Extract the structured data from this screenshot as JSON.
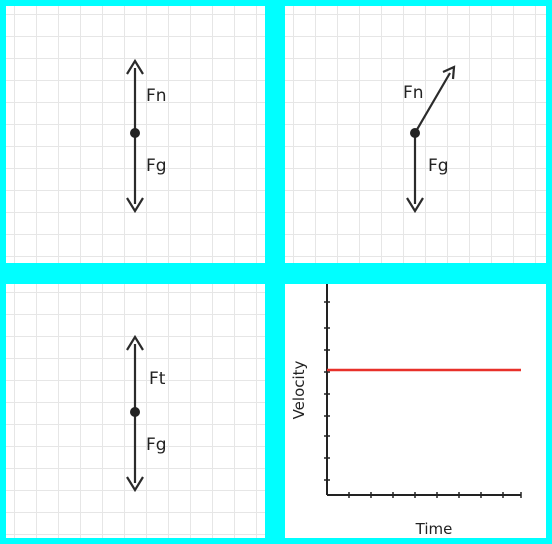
{
  "panels": [
    {
      "labels": {
        "upper": "Fn",
        "lower": "Fg"
      }
    },
    {
      "labels": {
        "upper": "Fn",
        "lower": "Fg"
      }
    },
    {
      "labels": {
        "upper": "Ft",
        "lower": "Fg"
      }
    }
  ],
  "graph": {
    "ylabel": "Velocity",
    "xlabel": "Time",
    "line_color": "#e8312a"
  },
  "colors": {
    "border": "#00ffff",
    "arrow": "#2b2b2b",
    "grid": "#e6e6e6"
  }
}
